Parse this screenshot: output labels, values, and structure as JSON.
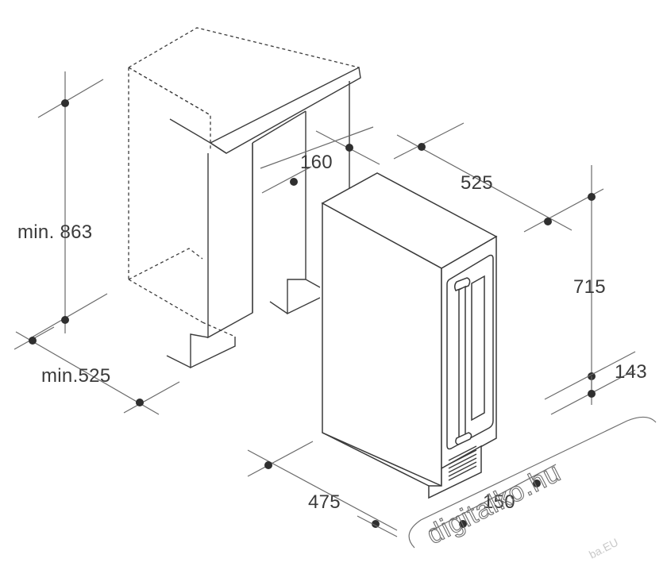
{
  "dimensions": {
    "min_height": "min. 863",
    "min_depth": "min.525",
    "recess": "160",
    "depth": "525",
    "height": "715",
    "plinth": "143",
    "width": "150",
    "door_depth": "475"
  },
  "watermark": {
    "main": "digitalko.hu",
    "sub": "ba.EU"
  }
}
